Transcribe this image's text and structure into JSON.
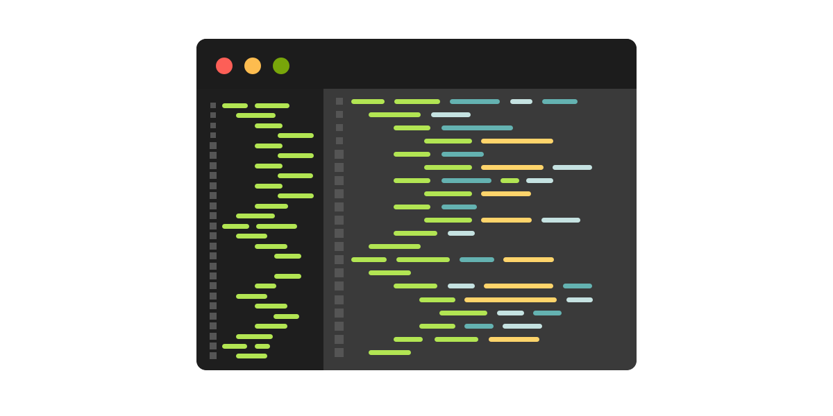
{
  "window": {
    "controls": [
      {
        "name": "close",
        "color": "#fd5f57"
      },
      {
        "name": "minimize",
        "color": "#fdbc4f"
      },
      {
        "name": "maximize",
        "color": "#78a60a"
      }
    ]
  },
  "colors": {
    "sidebar_bg": "#1e1e1e",
    "editor_bg": "#3a3a3a",
    "titlebar_bg": "#1c1c1c",
    "token_green": "#b2e553",
    "token_teal": "#64b2b1",
    "token_white": "#c5e2e1",
    "token_yellow": "#fed46b",
    "gutter_marker": "#555555"
  }
}
